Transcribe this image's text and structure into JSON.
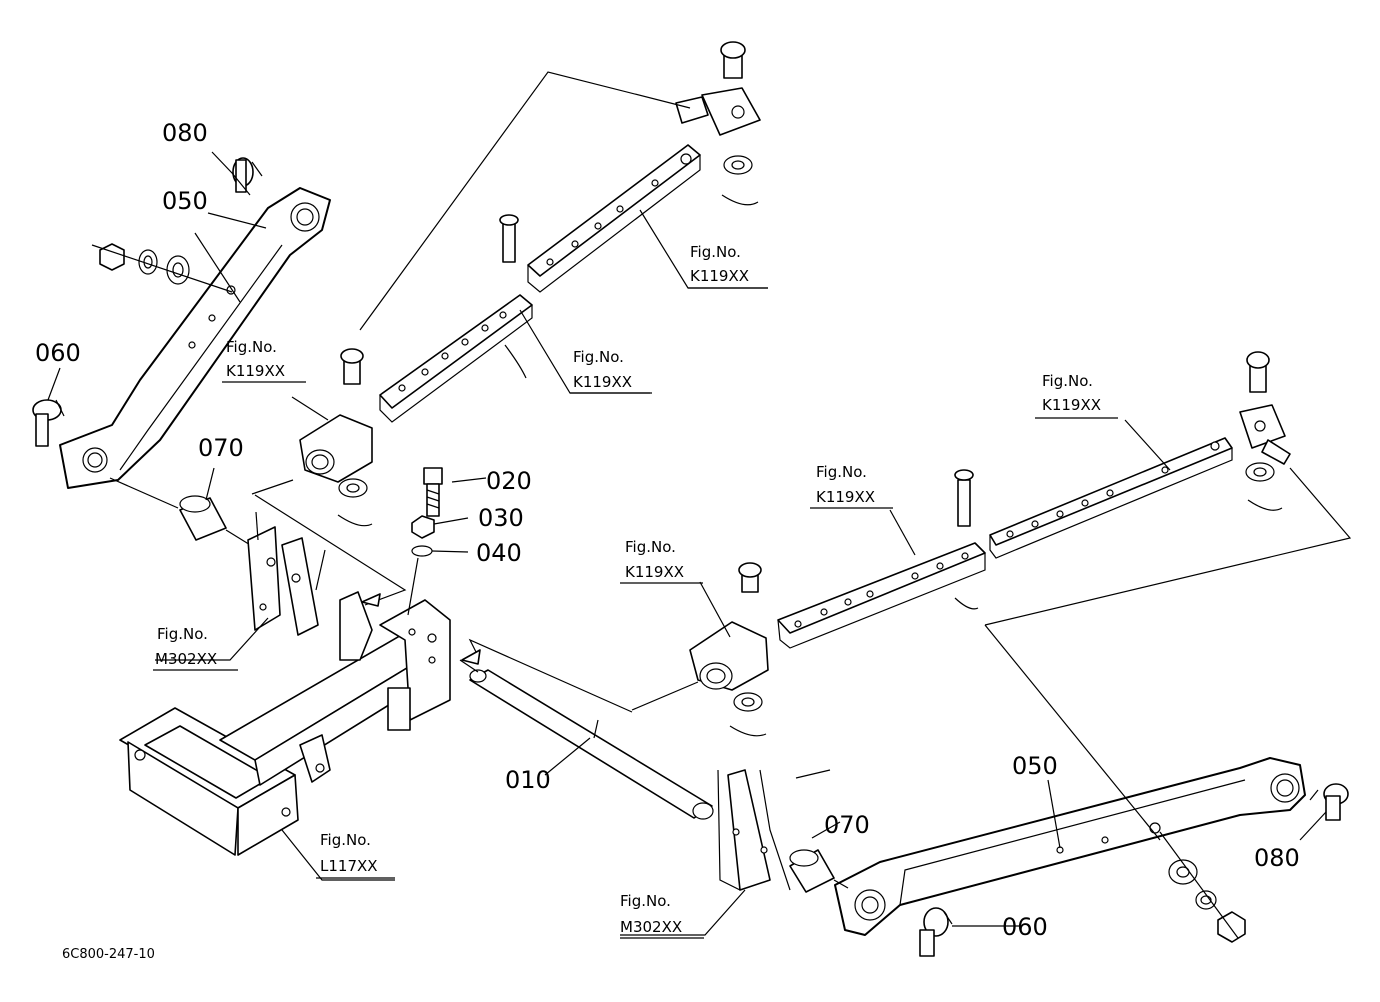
{
  "part_numbers": {
    "p010": "010",
    "p020": "020",
    "p030": "030",
    "p040": "040",
    "p050_left": "050",
    "p050_right": "050",
    "p060_left": "060",
    "p060_right": "060",
    "p070_left": "070",
    "p070_right": "070",
    "p080_left": "080",
    "p080_right": "080"
  },
  "fig_refs": [
    {
      "title": "Fig.No.",
      "code": "K119XX"
    },
    {
      "title": "Fig.No.",
      "code": "K119XX"
    },
    {
      "title": "Fig.No.",
      "code": "K119XX"
    },
    {
      "title": "Fig.No.",
      "code": "K119XX"
    },
    {
      "title": "Fig.No.",
      "code": "K119XX"
    },
    {
      "title": "Fig.No.",
      "code": "K119XX"
    },
    {
      "title": "Fig.No.",
      "code": "M302XX"
    },
    {
      "title": "Fig.No.",
      "code": "M302XX"
    },
    {
      "title": "Fig.No.",
      "code": "L117XX"
    }
  ],
  "document_code": "6C800-247-10"
}
